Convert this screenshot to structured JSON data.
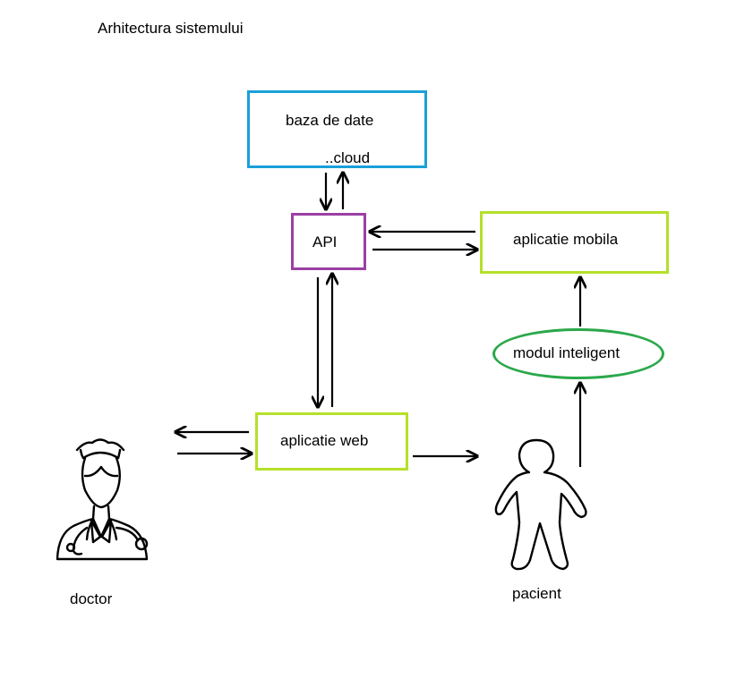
{
  "title": "Arhitectura sistemului",
  "nodes": {
    "database": {
      "label": "baza de date",
      "sublabel": "..cloud",
      "color": "#1aa0d8"
    },
    "api": {
      "label": "API",
      "color": "#9b3fa4"
    },
    "mobile_app": {
      "label": "aplicatie mobila",
      "color": "#b5e02a"
    },
    "smart_module": {
      "label": "modul inteligent",
      "color": "#2aa84a"
    },
    "web_app": {
      "label": "aplicatie web",
      "color": "#b5e02a"
    }
  },
  "actors": {
    "doctor": {
      "label": "doctor",
      "icon": "doctor-icon"
    },
    "patient": {
      "label": "pacient",
      "icon": "person-outline-icon"
    }
  }
}
